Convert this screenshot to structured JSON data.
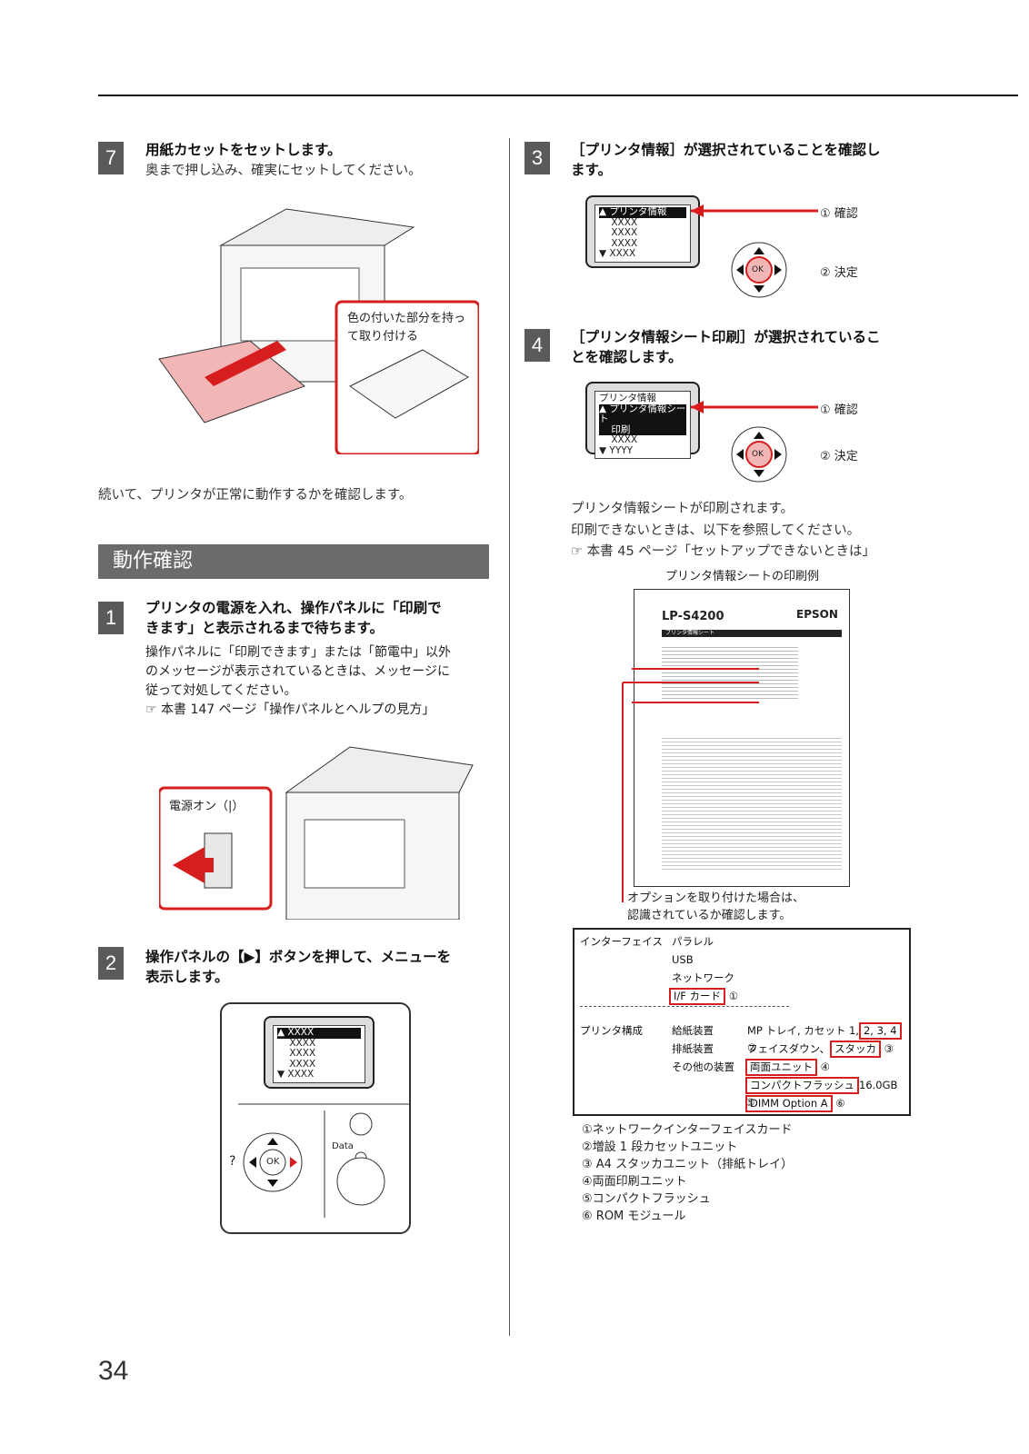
{
  "page_number": "34",
  "left": {
    "step7": {
      "num": "7",
      "title": "用紙カセットをセットします。",
      "body": "奥まで押し込み、確実にセットしてください。",
      "callout": "色の付いた部分を持って取り付ける"
    },
    "continue_text": "続いて、プリンタが正常に動作するかを確認します。",
    "section_title": "動作確認",
    "step1": {
      "num": "1",
      "title_l1": "プリンタの電源を入れ、操作パネルに「印刷で",
      "title_l2": "きます」と表示されるまで待ちます。",
      "body_l1": "操作パネルに「印刷できます」または「節電中」以外",
      "body_l2": "のメッセージが表示されているときは、メッセージに",
      "body_l3": "従って対処してください。",
      "ref": "本書 147 ページ「操作パネルとヘルプの見方」",
      "power_label": "電源オン（|）"
    },
    "step2": {
      "num": "2",
      "title_l1": "操作パネルの【▶】ボタンを押して、メニューを",
      "title_l2": "表示します。",
      "lcd_lines": [
        "XXXX",
        "XXXX",
        "XXXX",
        "XXXX",
        "XXXX"
      ],
      "ok": "OK",
      "q": "?",
      "data_label": "Data"
    }
  },
  "right": {
    "step3": {
      "num": "3",
      "title_l1": "［プリンタ情報］が選択されていることを確認し",
      "title_l2": "ます。",
      "lcd_lines": [
        "プリンタ情報",
        "XXXX",
        "XXXX",
        "XXXX",
        "XXXX"
      ],
      "confirm": "① 確認",
      "decide": "② 決定"
    },
    "step4": {
      "num": "4",
      "title_l1": "［プリンタ情報シート印刷］が選択されているこ",
      "title_l2": "とを確認します。",
      "lcd_lines": [
        "プリンタ情報",
        "プリンタ情報シート",
        "印刷",
        "XXXX",
        "YYYY"
      ],
      "confirm": "① 確認",
      "decide": "② 決定"
    },
    "body_l1": "プリンタ情報シートが印刷されます。",
    "body_l2": "印刷できないときは、以下を参照してください。",
    "ref": "本書 45 ページ「セットアップできないときは」",
    "sheet_caption": "プリンタ情報シートの印刷例",
    "sheet_model": "LP-S4200",
    "sheet_brand": "EPSON",
    "sheet_bar": "プリンタ情報シート",
    "option_note_l1": "オプションを取り付けた場合は、",
    "option_note_l2": "認識されているか確認します。",
    "table": {
      "iface_label": "インターフェイス",
      "iface": [
        "パラレル",
        "USB",
        "ネットワーク"
      ],
      "iface_card": "I/F カード",
      "c1": "①",
      "printer_label": "プリンタ構成",
      "rows": [
        {
          "k": "給紙装置",
          "v": "MP トレイ, カセット 1,",
          "box": "2, 3, 4",
          "c": "②"
        },
        {
          "k": "排紙装置",
          "v": "フェイスダウン、",
          "box": "スタッカ",
          "c": "③"
        },
        {
          "k": "その他の装置",
          "v": "",
          "box": "両面ユニット",
          "c": "④"
        },
        {
          "k": "",
          "v": "",
          "box": "コンパクトフラッシュ",
          "after": "16.0GB",
          "c": "⑤"
        },
        {
          "k": "",
          "v": "",
          "box": "DIMM Option A",
          "c": "⑥"
        }
      ]
    },
    "footnotes": [
      "①ネットワークインターフェイスカード",
      "②増設 1 段カセットユニット",
      "③ A4 スタッカユニット（排紙トレイ）",
      "④両面印刷ユニット",
      "⑤コンパクトフラッシュ",
      "⑥ ROM モジュール"
    ]
  },
  "colors": {
    "accent": "#d61e1e",
    "step_bg": "#5a5a5a",
    "section_bg": "#6b6b6b"
  }
}
